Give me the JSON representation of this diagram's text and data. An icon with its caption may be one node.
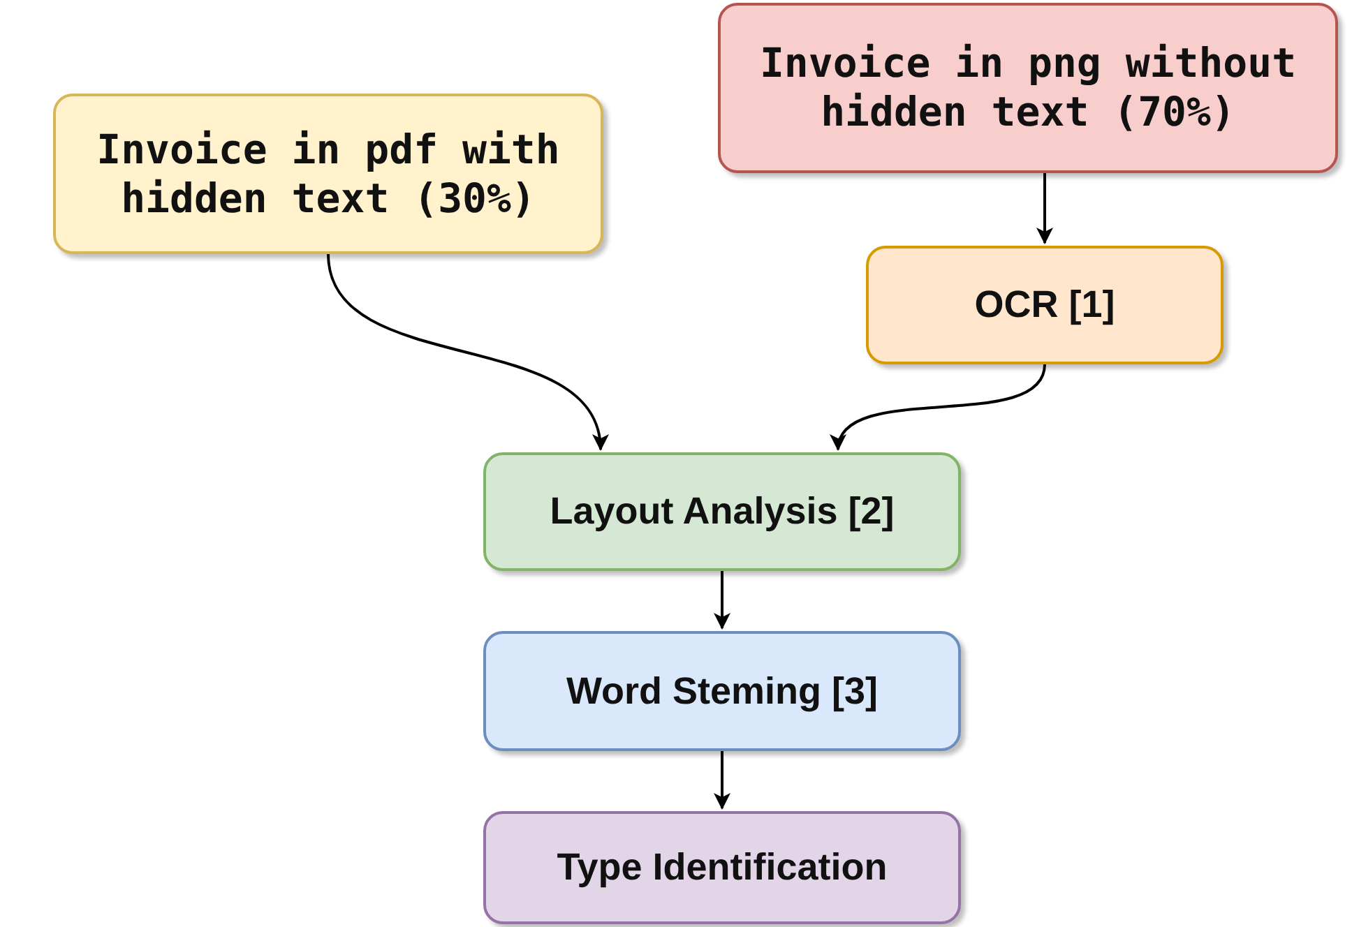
{
  "diagram": {
    "nodes": [
      {
        "text": [
          "Invoice in pdf with hidden text (30%)"
        ]
      },
      {
        "text": [
          "Invoice in png without hidden text (70%)"
        ]
      },
      {
        "text": [
          "OCR [1]"
        ]
      },
      {
        "text": [
          "Layout Analysis [2]"
        ]
      },
      {
        "text": [
          "Word Steming [3]"
        ]
      },
      {
        "text": [
          "Type Identification"
        ]
      }
    ],
    "edges": [
      {
        "from": 0,
        "to": 3,
        "arrow": "to"
      },
      {
        "from": 1,
        "to": 2,
        "arrow": "to"
      },
      {
        "from": 2,
        "to": 3,
        "arrow": "to"
      },
      {
        "from": 3,
        "to": 4,
        "arrow": "to"
      },
      {
        "from": 4,
        "to": 5,
        "arrow": "to"
      }
    ]
  }
}
